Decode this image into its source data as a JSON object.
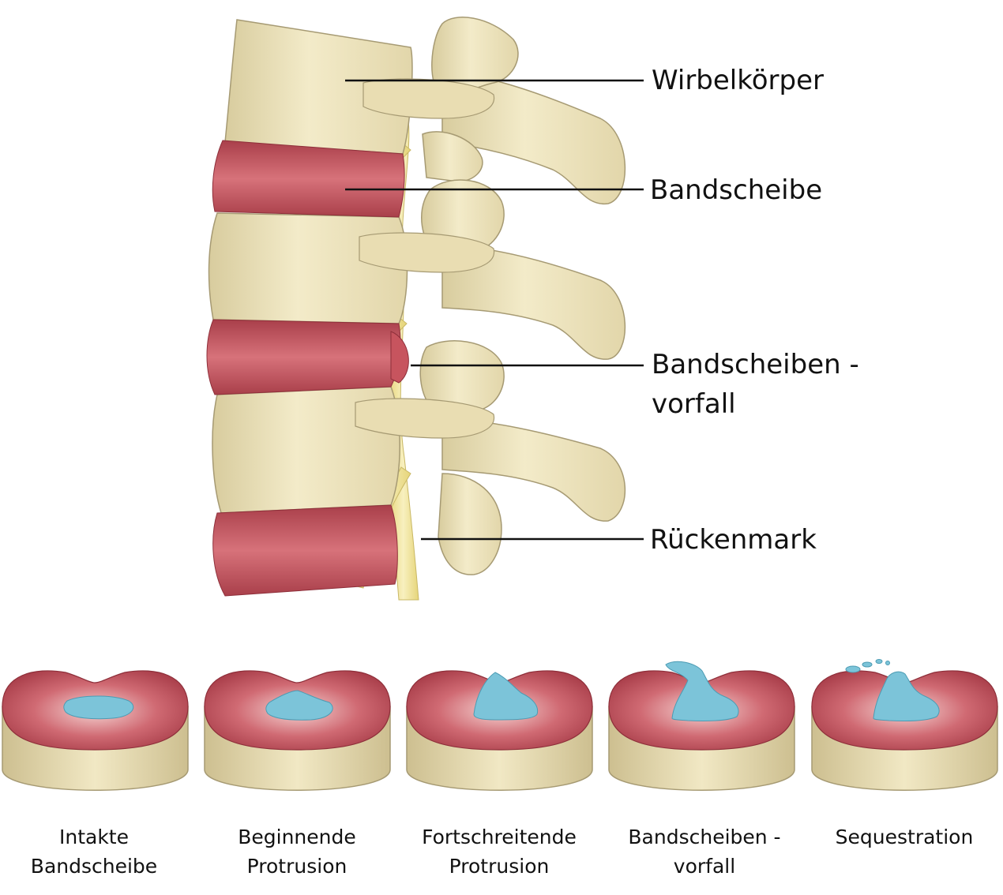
{
  "colors": {
    "bone": "#ede3bd",
    "bone_shade": "#cfc196",
    "bone_outline": "#a69a73",
    "disc": "#c7545e",
    "disc_dark": "#a23b46",
    "nerve": "#efe39b",
    "nucleus": "#7cc4d9",
    "leader_line": "#111111"
  },
  "labels": {
    "wirbelkoerper": "Wirbelkörper",
    "bandscheibe": "Bandscheibe",
    "vorfall_line1": "Bandscheiben -",
    "vorfall_line2": "vorfall",
    "rueckenmark": "Rückenmark"
  },
  "stages": [
    {
      "line1": "Intakte",
      "line2": "Bandscheibe"
    },
    {
      "line1": "Beginnende",
      "line2": "Protrusion"
    },
    {
      "line1": "Fortschreitende",
      "line2": "Protrusion"
    },
    {
      "line1": "Bandscheiben -",
      "line2": "vorfall"
    },
    {
      "line1": "Sequestration",
      "line2": ""
    }
  ]
}
